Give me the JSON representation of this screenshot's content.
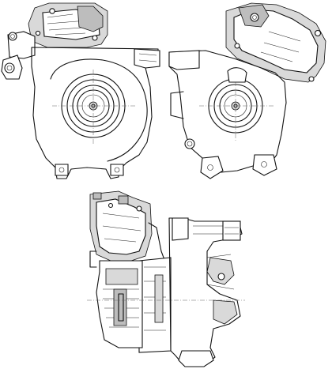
{
  "drawing": {
    "views": [
      {
        "id": "front-view",
        "kind": "exhaust-side"
      },
      {
        "id": "rear-view",
        "kind": "compressor-side"
      },
      {
        "id": "side-view",
        "kind": "cross-section"
      }
    ],
    "colors": {
      "line": "#111111",
      "fill": "#d9d9d9",
      "background": "#ffffff"
    }
  }
}
